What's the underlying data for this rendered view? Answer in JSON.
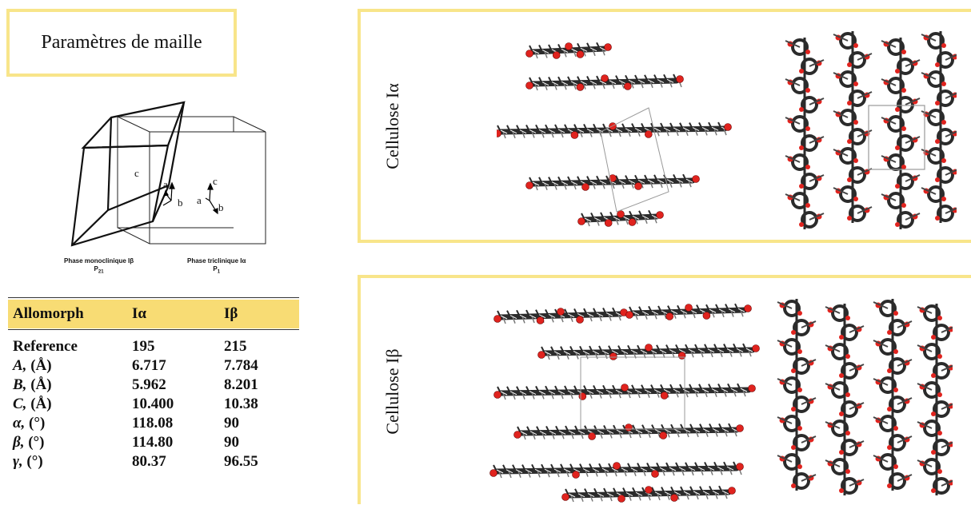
{
  "title": "Paramètres de maille",
  "crystal": {
    "left_axes": {
      "a": "a",
      "b": "b",
      "c": "c"
    },
    "right_axes": {
      "a": "a",
      "b": "b",
      "c": "c"
    },
    "phase_mono": {
      "name": "Phase monoclinique Iβ",
      "group": "P",
      "group_sub": "21"
    },
    "phase_tri": {
      "name": "Phase triclinique Iα",
      "group": "P",
      "group_sub": "1"
    }
  },
  "table": {
    "headers": [
      "Allomorph",
      "Iα",
      "Iβ"
    ],
    "rows": [
      {
        "label": "Reference",
        "sym": "",
        "unit": "",
        "ia": "195",
        "ib": "215"
      },
      {
        "label": "",
        "sym": "A,",
        "unit": " (Å)",
        "ia": "6.717",
        "ib": "7.784"
      },
      {
        "label": "",
        "sym": "B,",
        "unit": " (Å)",
        "ia": "5.962",
        "ib": "8.201"
      },
      {
        "label": "",
        "sym": "C,",
        "unit": " (Å)",
        "ia": "10.400",
        "ib": "10.38"
      },
      {
        "label": "",
        "sym": "α,",
        "unit": " (°)",
        "ia": "118.08",
        "ib": "90"
      },
      {
        "label": "",
        "sym": "β,",
        "unit": " (°)",
        "ia": "114.80",
        "ib": "90"
      },
      {
        "label": "",
        "sym": "γ,",
        "unit": " (°)",
        "ia": "80.37",
        "ib": "96.55"
      }
    ]
  },
  "panels": {
    "alpha_label": "Cellulose Iα",
    "beta_label": "Cellulose Iβ"
  },
  "colors": {
    "accent_border": "#f8e58a",
    "table_header": "#f8dc74",
    "oxygen": "#e0231e",
    "carbon": "#2b2b2b"
  }
}
